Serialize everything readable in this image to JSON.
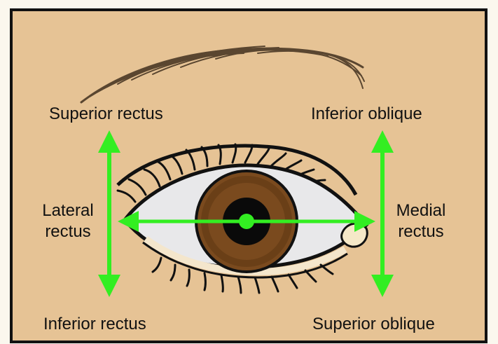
{
  "labels": {
    "superior_rectus": "Superior rectus",
    "inferior_oblique": "Inferior oblique",
    "lateral_rectus_line1": "Lateral",
    "lateral_rectus_line2": "rectus",
    "medial_rectus_line1": "Medial",
    "medial_rectus_line2": "rectus",
    "inferior_rectus": "Inferior rectus",
    "superior_oblique": "Superior oblique"
  },
  "colors": {
    "background": "#e6c395",
    "arrow": "#33ee22",
    "iris": "#7a4a1e",
    "pupil": "#0a0a0a",
    "sclera": "#e8e8ea",
    "eyebrow": "#5a4630"
  }
}
